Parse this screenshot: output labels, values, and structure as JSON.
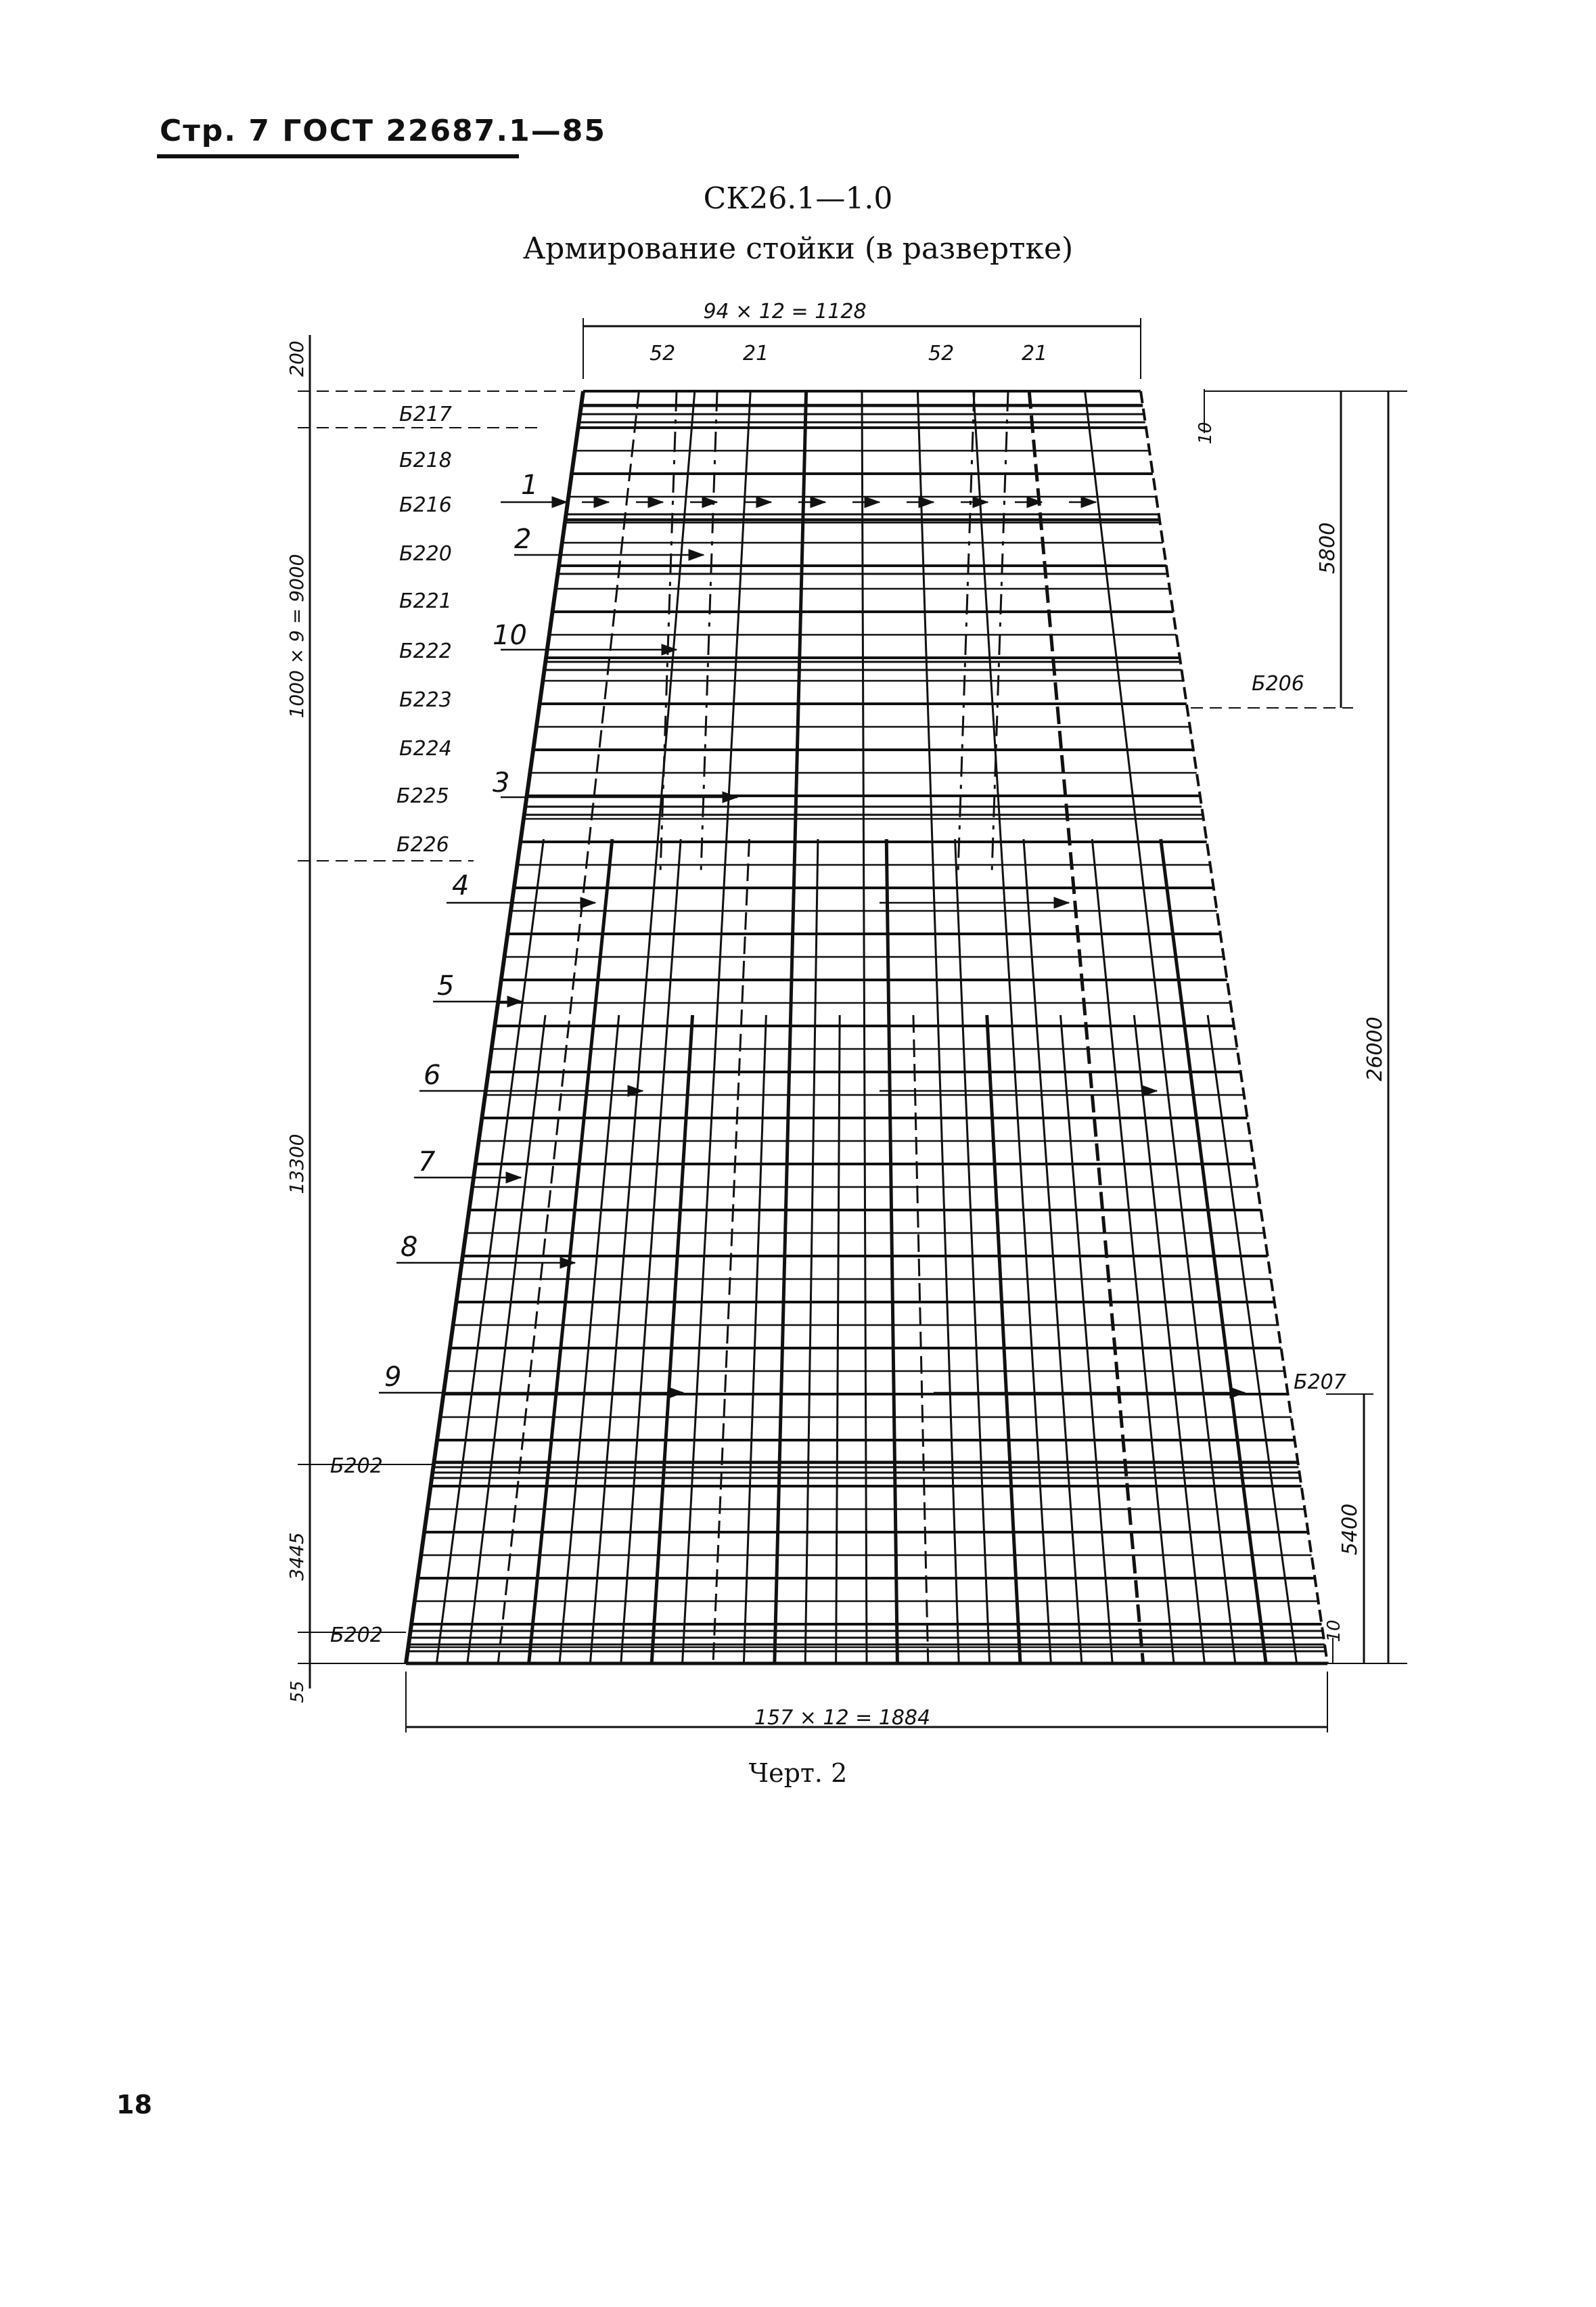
{
  "header": {
    "text": "Стр. 7 ГОСТ 22687.1—85"
  },
  "title": {
    "line1": "СК26.1—1.0",
    "line2": "Армирование стойки (в развертке)"
  },
  "drawing": {
    "dims": {
      "top": "94 × 12 = 1128",
      "bottom": "157 × 12 = 1884",
      "top_small_1": "52",
      "top_small_2": "21",
      "top_small_3": "52",
      "top_small_4": "21",
      "left_200": "200",
      "left_9000": "1000 × 9 = 9000",
      "left_13300": "13300",
      "left_3445": "3445",
      "left_55": "55",
      "right_10_top": "10",
      "right_5800": "5800",
      "right_26000": "26000",
      "right_5400": "5400",
      "right_10_bottom": "10"
    },
    "bands": [
      "Б217",
      "Б218",
      "Б216",
      "Б220",
      "Б221",
      "Б222",
      "Б223",
      "Б224",
      "Б225",
      "Б226"
    ],
    "band_b206": "Б206",
    "band_b207": "Б207",
    "band_b202_upper": "Б202",
    "band_b202_lower": "Б202",
    "callouts": [
      "1",
      "2",
      "10",
      "3",
      "4",
      "5",
      "6",
      "7",
      "8",
      "9"
    ]
  },
  "caption": "Черт. 2",
  "page_number": "18"
}
